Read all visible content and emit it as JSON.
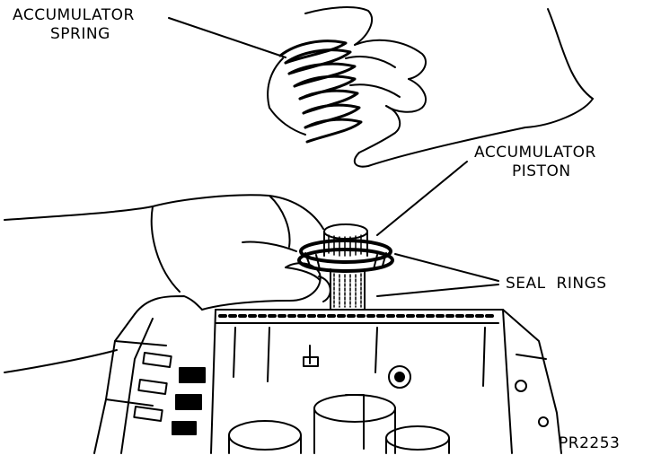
{
  "labels": {
    "accumulator_spring": [
      "ACCUMULATOR",
      "SPRING"
    ],
    "accumulator_piston": [
      "ACCUMULATOR",
      "PISTON"
    ],
    "seal_rings": "SEAL RINGS",
    "figure_id": "PR2253"
  },
  "colors": {
    "ink": "#000000",
    "paper": "#ffffff"
  }
}
